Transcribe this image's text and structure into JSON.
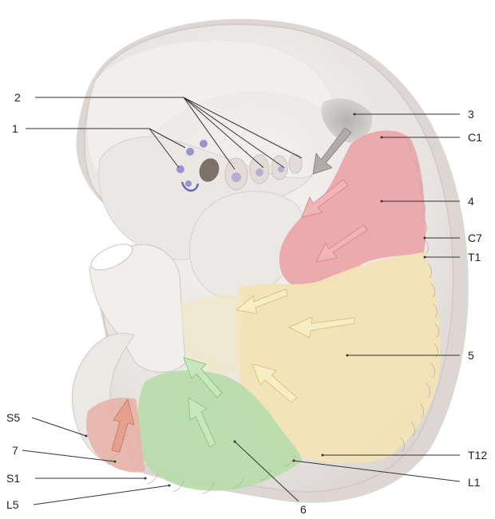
{
  "labels": {
    "n1": "1",
    "n2": "2",
    "n3": "3",
    "n4": "4",
    "n5": "5",
    "n6": "6",
    "n7": "7",
    "c1": "C1",
    "c7": "C7",
    "t1": "T1",
    "t12": "T12",
    "l1": "L1",
    "s5": "S5",
    "s1": "S1",
    "l5": "L5"
  },
  "colors": {
    "background": "#ffffff",
    "embryo_body": "#eeebe9",
    "embryo_outline": "#cfcac6",
    "cervical_region": "#eaa7ab",
    "thoracic_region": "#f2e3b6",
    "lumbar_region": "#b9dcab",
    "sacral_region": "#e7b4a8",
    "occipital_region": "#c9c5c2",
    "otic_pit": "#7e7268",
    "placode_dots": "#8a86c8",
    "gray_arrow": "#9c9894",
    "pink_arrow": "#e99aa0",
    "yellow_arrow": "#efe09e",
    "green_arrow": "#a8d69a",
    "orange_arrow": "#e7a08d",
    "leader_line": "#333333"
  }
}
